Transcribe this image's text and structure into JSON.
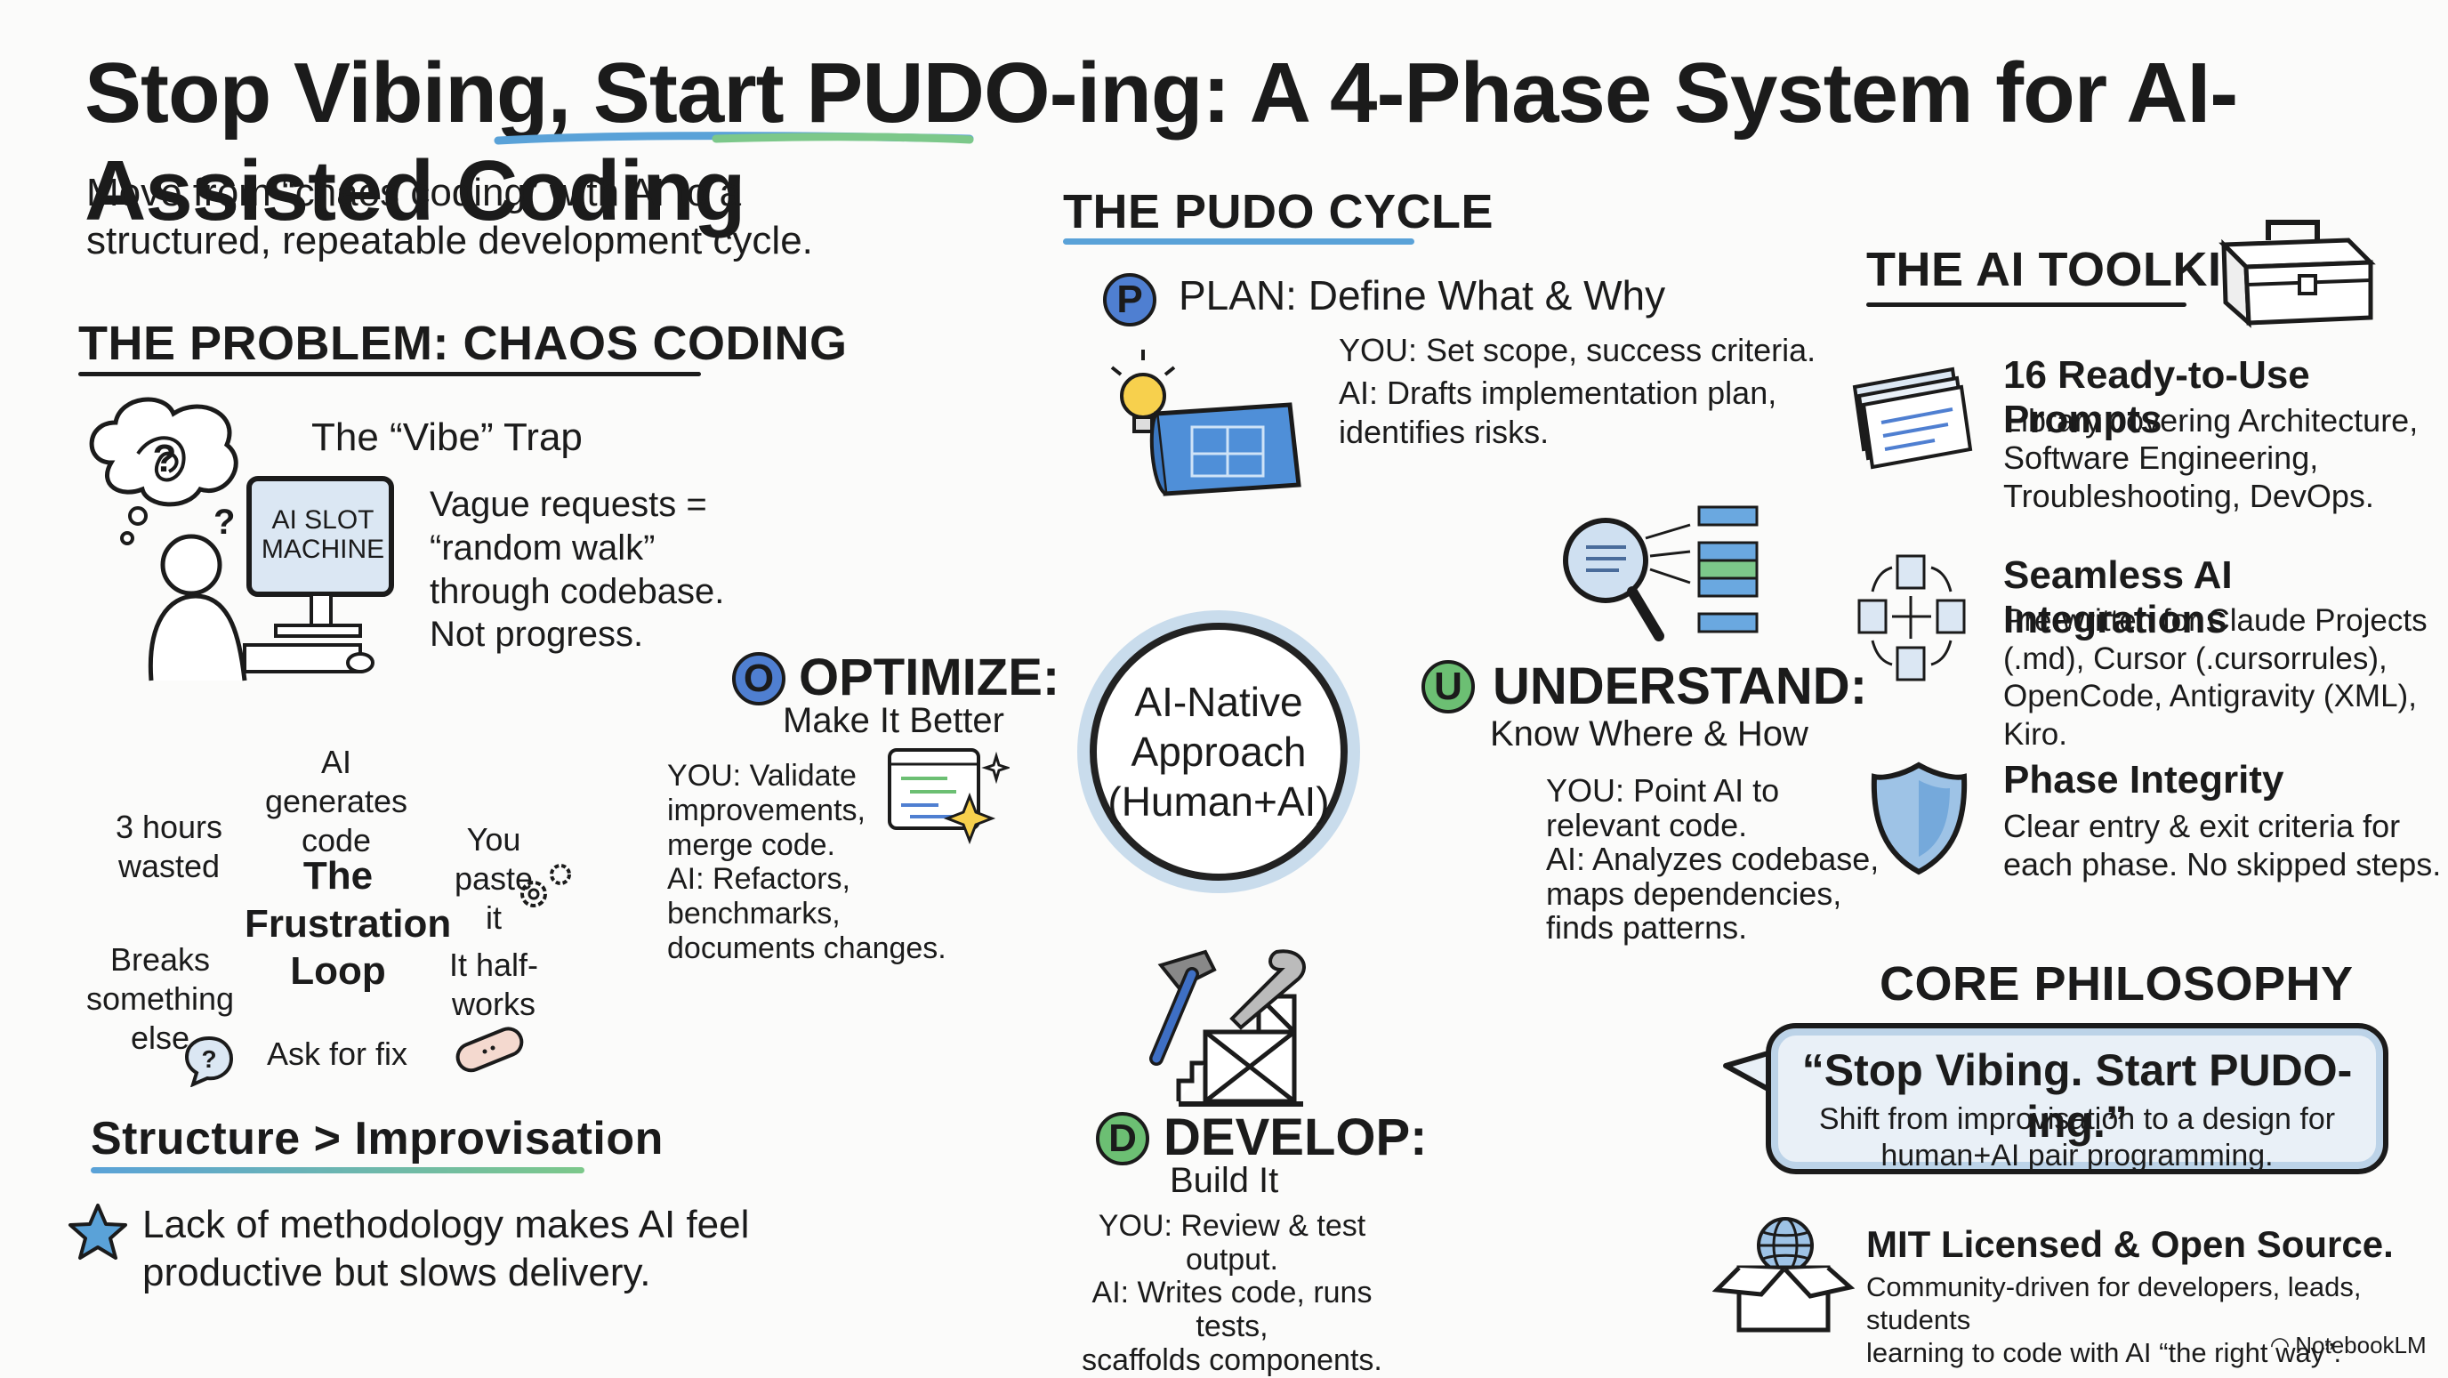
{
  "title": "Stop Vibing, Start PUDO-ing: A 4-Phase System for AI-Assisted Coding",
  "intro": "Move from “chaos coding” with AI to a\nstructured, repeatable development cycle.",
  "problem": {
    "heading_prefix": "THE PROBLEM:",
    "heading_main": "CHAOS CODING",
    "vibe_trap_title": "The “Vibe” Trap",
    "slot_machine_label": "AI SLOT\nMACHINE",
    "vibe_text": "Vague requests =\n“random walk”\nthrough codebase.\nNot progress.",
    "loop_title": "The\nFrustration\nLoop",
    "loop_steps": [
      "AI generates\ncode",
      "You paste\nit",
      "It half-\nworks",
      "Ask for fix",
      "Breaks\nsomething\nelse",
      "3 hours\nwasted"
    ]
  },
  "structure": {
    "heading_a": "Structure",
    "heading_op": ">",
    "heading_b": "Improvisation",
    "text": "Lack of methodology makes AI feel\nproductive but slows delivery."
  },
  "cycle": {
    "heading": "THE PUDO CYCLE",
    "center": "AI-Native\nApproach\n(Human+AI)",
    "plan": {
      "letter": "P",
      "title": "PLAN: Define What & Why",
      "you": "YOU: Set scope, success criteria.",
      "ai": "AI: Drafts implementation plan,\n      identifies risks."
    },
    "understand": {
      "letter": "U",
      "title": "UNDERSTAND:",
      "sub": "Know Where & How",
      "text": "YOU: Point AI to\nrelevant code.\nAI: Analyzes codebase,\nmaps dependencies,\nfinds patterns."
    },
    "develop": {
      "letter": "D",
      "title": "DEVELOP:",
      "sub": "Build It",
      "text": "YOU: Review & test output.\nAI: Writes code, runs tests,\nscaffolds components."
    },
    "optimize": {
      "letter": "O",
      "title": "OPTIMIZE:",
      "sub": "Make It Better",
      "text": "YOU: Validate\nimprovements,\nmerge code.\nAI: Refactors,\nbenchmarks,\ndocuments changes."
    },
    "colors": {
      "plan": "#4f7fd1",
      "understand": "#6cbf73",
      "develop": "#6cbf73",
      "optimize": "#4f7fd1"
    }
  },
  "toolkit": {
    "heading": "THE AI TOOLKIT",
    "items": [
      {
        "title": "16 Ready-to-Use Prompts",
        "text": "Library covering Architecture,\nSoftware Engineering,\nTroubleshooting, DevOps.",
        "icon": "documents-icon"
      },
      {
        "title": "Seamless AI Integrations",
        "text": "Pre-written for Claude Projects\n(.md), Cursor (.cursorrules),\nOpenCode, Antigravity (XML), Kiro.",
        "icon": "integration-arrows-icon"
      },
      {
        "title": "Phase Integrity",
        "text": "Clear entry & exit criteria for\neach phase. No skipped steps.",
        "icon": "shield-icon"
      }
    ]
  },
  "philosophy": {
    "heading": "CORE PHILOSOPHY",
    "quote": "“Stop Vibing. Start PUDO-ing.”",
    "quote_text": "Shift from improvisation to a design for\nhuman+AI pair programming.",
    "license_title": "MIT Licensed & Open Source.",
    "license_text": "Community-driven for developers, leads, students\nlearning to code with AI “the right way”."
  },
  "credit": "NotebookLM"
}
